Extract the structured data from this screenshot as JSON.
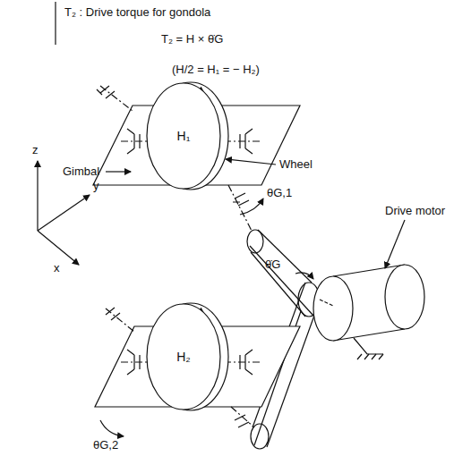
{
  "diagram": {
    "nodes": [
      {
        "text": [
          "H₁"
        ]
      },
      {
        "text": [
          "H₂"
        ]
      }
    ],
    "labels": [
      "T₂ : Drive torque for gondola",
      "T₂ =  H × θ̇G",
      "(H/2 = H₁ = − H₂)",
      "Wheel",
      "Gimbal",
      "θG,1",
      "θ̇G",
      "Drive motor",
      "θG,2",
      "z",
      "y",
      "x"
    ]
  }
}
